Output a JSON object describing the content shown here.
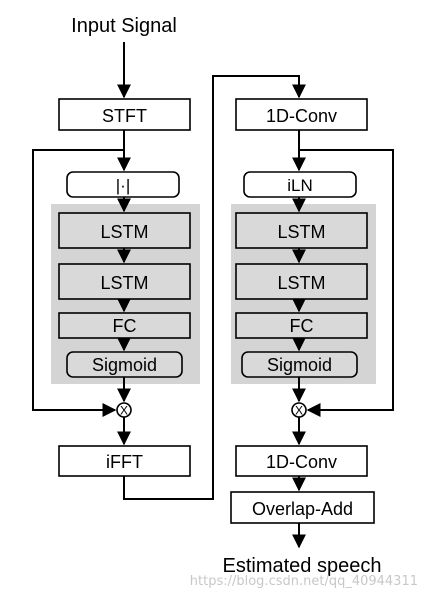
{
  "input_label": "Input Signal",
  "output_label": "Estimated speech",
  "watermark": "https://blog.csdn.net/qq_40944311",
  "left_branch": {
    "stft": "STFT",
    "magnitude": "|·|",
    "lstm1": "LSTM",
    "lstm2": "LSTM",
    "fc": "FC",
    "sigmoid": "Sigmoid",
    "multiply": "X",
    "ifft": "iFFT"
  },
  "right_branch": {
    "conv_in": "1D-Conv",
    "iln": "iLN",
    "lstm1": "LSTM",
    "lstm2": "LSTM",
    "fc": "FC",
    "sigmoid": "Sigmoid",
    "multiply": "X",
    "conv_out": "1D-Conv",
    "overlap_add": "Overlap-Add"
  },
  "colors": {
    "panel": "#d4d4d4",
    "block_fill": "#d9d9d9",
    "line": "#000000"
  }
}
